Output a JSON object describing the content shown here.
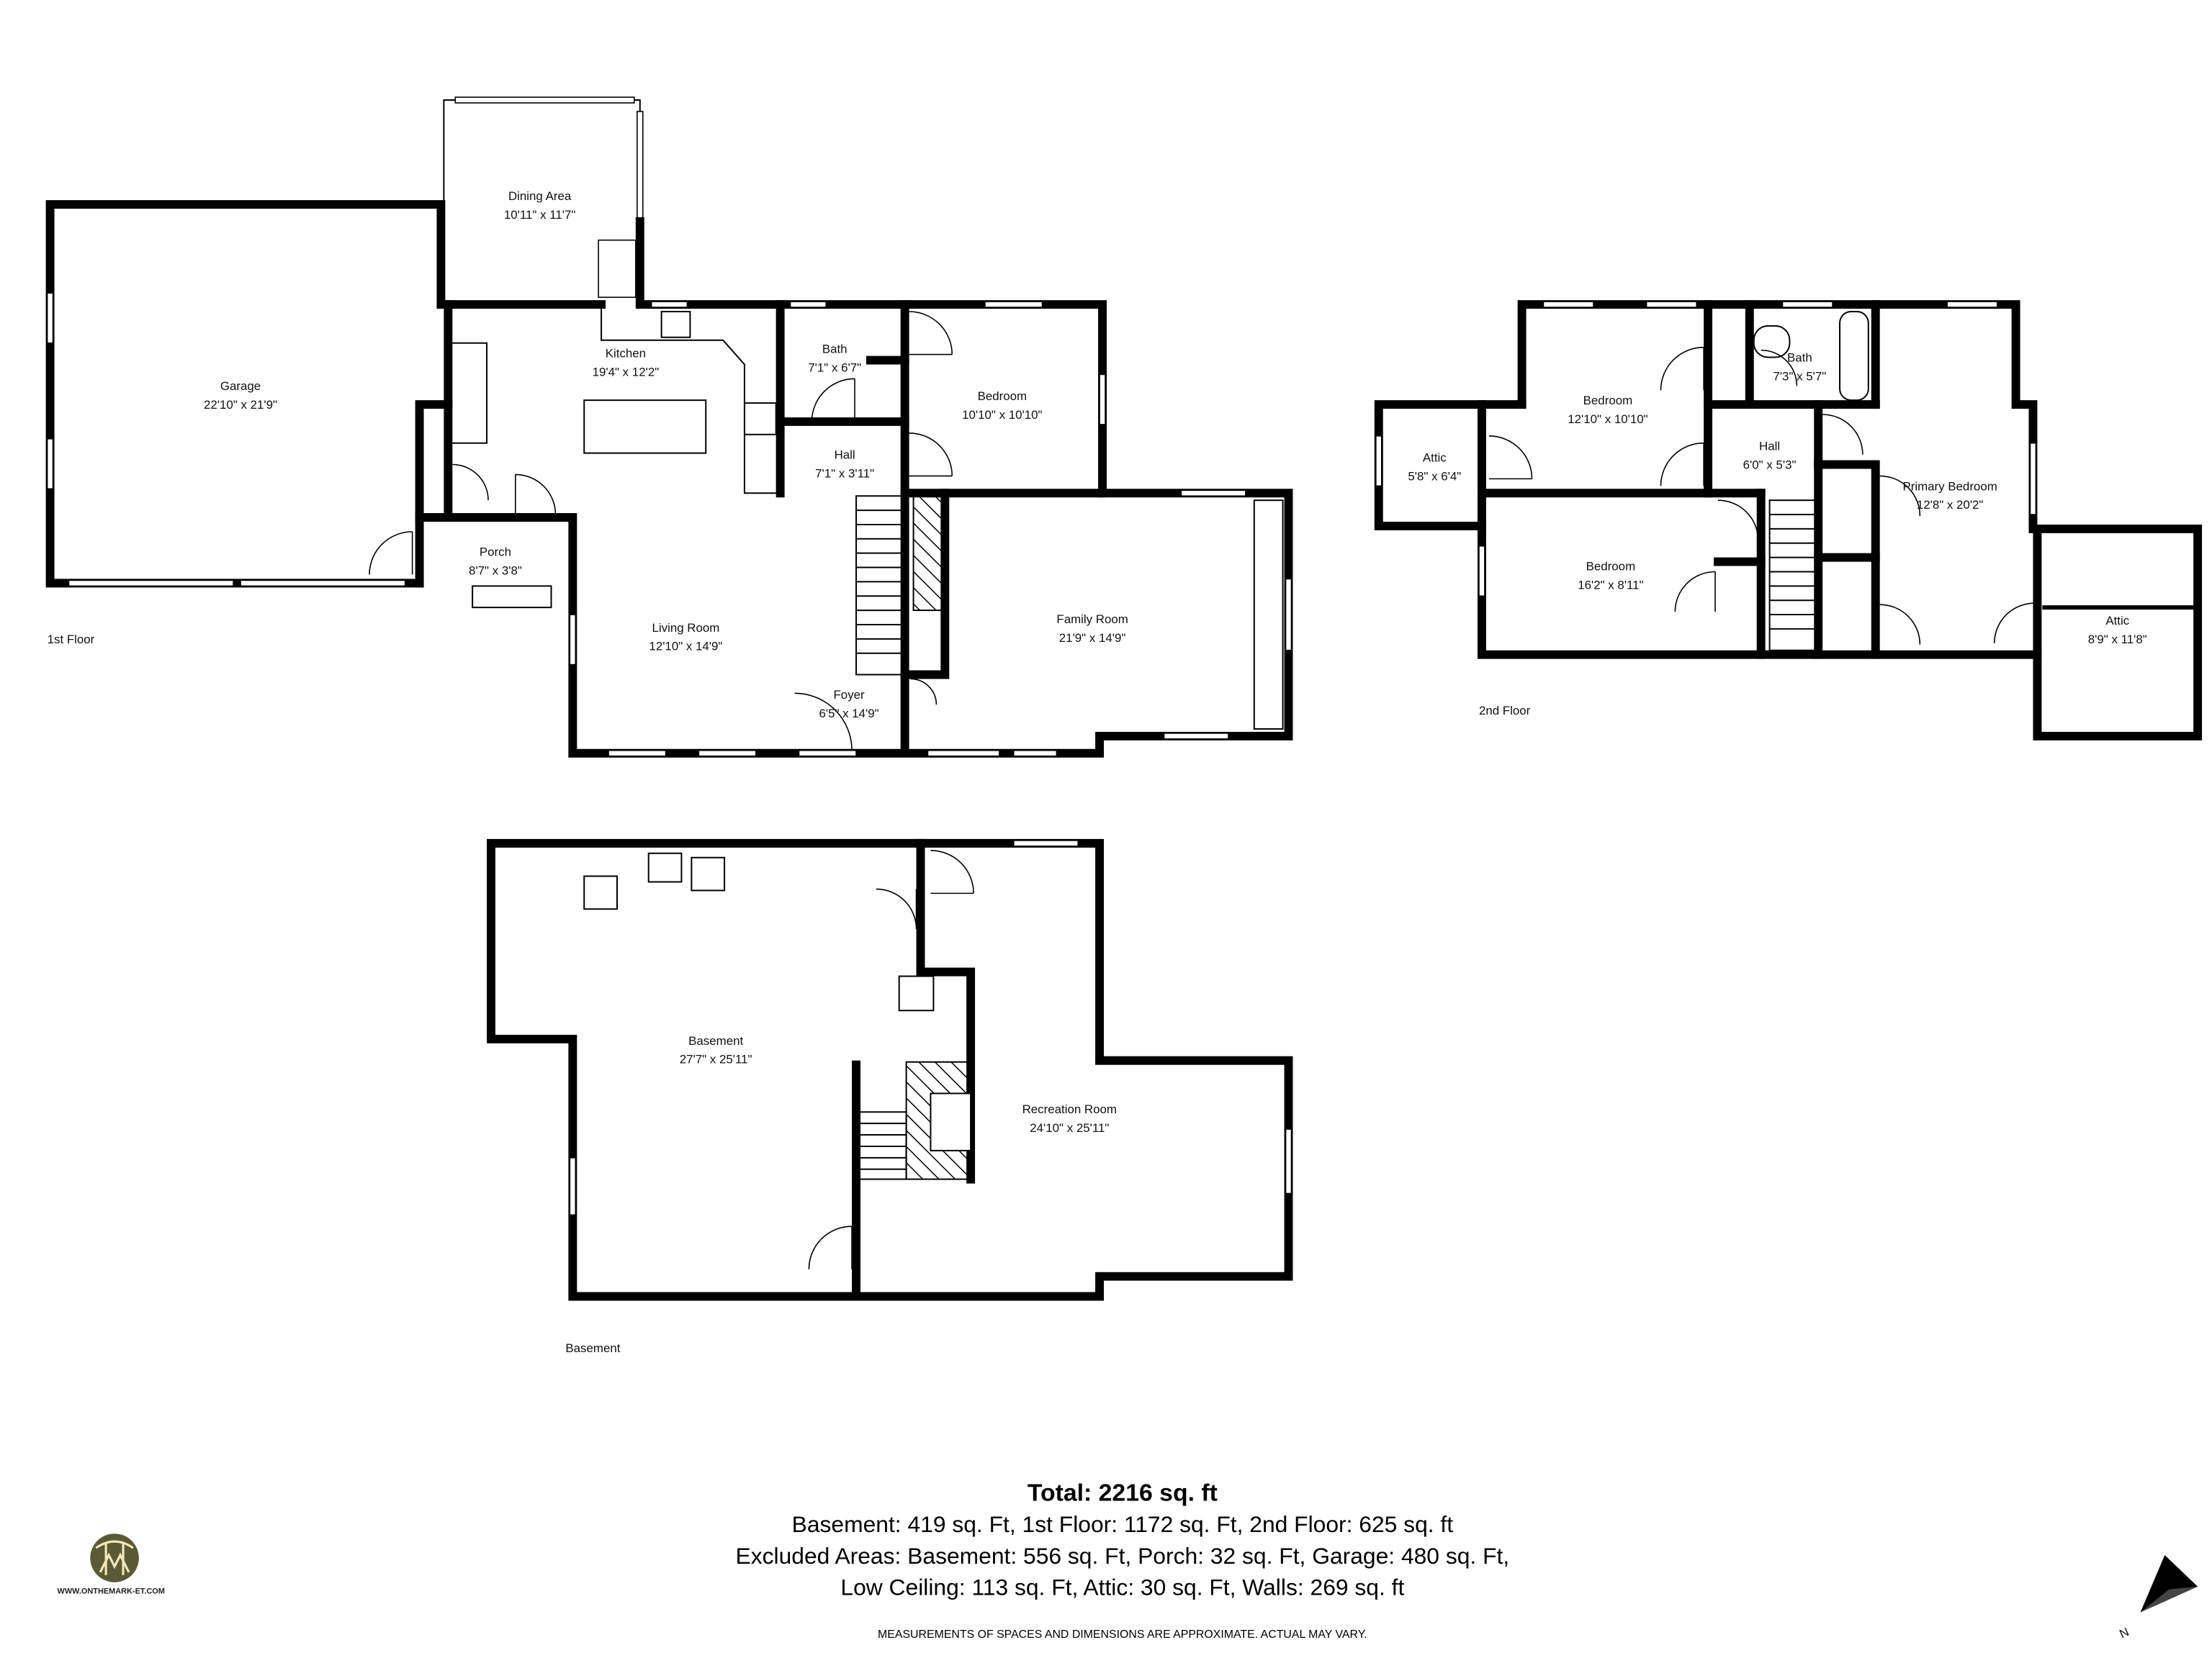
{
  "floors": {
    "first": {
      "label": "1st Floor",
      "rooms": [
        {
          "name": "Dining Area",
          "dims": "10'11\" x 11'7\""
        },
        {
          "name": "Garage",
          "dims": "22'10\" x 21'9\""
        },
        {
          "name": "Kitchen",
          "dims": "19'4\" x 12'2\""
        },
        {
          "name": "Bath",
          "dims": "7'1\" x 6'7\""
        },
        {
          "name": "Bedroom",
          "dims": "10'10\" x 10'10\""
        },
        {
          "name": "Hall",
          "dims": "7'1\" x 3'11\""
        },
        {
          "name": "Porch",
          "dims": "8'7\" x 3'8\""
        },
        {
          "name": "Living Room",
          "dims": "12'10\" x 14'9\""
        },
        {
          "name": "Family Room",
          "dims": "21'9\" x 14'9\""
        },
        {
          "name": "Foyer",
          "dims": "6'5\" x 14'9\""
        }
      ]
    },
    "second": {
      "label": "2nd Floor",
      "rooms": [
        {
          "name": "Attic",
          "dims": "5'8\" x 6'4\""
        },
        {
          "name": "Bedroom",
          "dims": "12'10\" x 10'10\""
        },
        {
          "name": "Bath",
          "dims": "7'3\" x 5'7\""
        },
        {
          "name": "Hall",
          "dims": "6'0\" x 5'3\""
        },
        {
          "name": "Primary Bedroom",
          "dims": "12'8\" x 20'2\""
        },
        {
          "name": "Bedroom",
          "dims": "16'2\" x 8'11\""
        },
        {
          "name": "Attic",
          "dims": "8'9\" x 11'8\""
        }
      ]
    },
    "basement": {
      "label": "Basement",
      "rooms": [
        {
          "name": "Basement",
          "dims": "27'7\" x 25'11\""
        },
        {
          "name": "Recreation Room",
          "dims": "24'10\" x 25'11\""
        }
      ]
    }
  },
  "summary": {
    "total": "Total: 2216 sq. ft",
    "line1": "Basement: 419 sq. Ft, 1st Floor: 1172 sq. Ft, 2nd Floor: 625 sq. ft",
    "line2": "Excluded Areas: Basement: 556 sq. Ft, Porch: 32 sq. Ft, Garage: 480 sq. Ft,",
    "line3": "Low Ceiling: 113 sq. Ft, Attic: 30 sq. Ft, Walls: 269 sq. ft",
    "disclaimer": "MEASUREMENTS OF SPACES AND DIMENSIONS ARE APPROXIMATE. ACTUAL MAY VARY."
  },
  "logo": {
    "url_text": "WWW.ONTHEMARK-ET.COM",
    "color": "#5b5a36",
    "accent": "#f1e7b8"
  },
  "compass": {
    "label": "N",
    "icon": "north-arrow-icon"
  }
}
